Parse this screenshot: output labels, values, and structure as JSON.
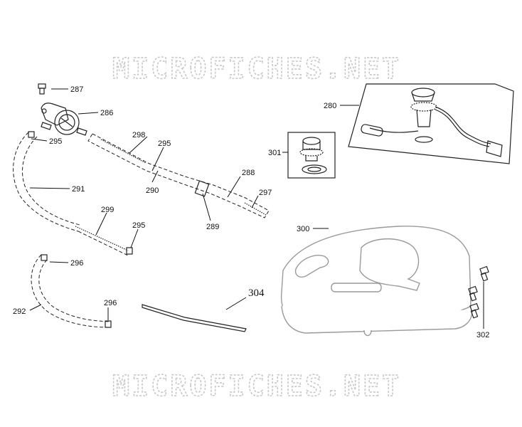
{
  "watermark": {
    "top": "MICROFICHES.NET",
    "bottom": "MICROFICHES.NET"
  },
  "callouts": {
    "p287": "287",
    "p286": "286",
    "p295a": "295",
    "p298": "298",
    "p295b": "295",
    "p290": "290",
    "p291": "291",
    "p288": "288",
    "p297": "297",
    "p289": "289",
    "p299": "299",
    "p295c": "295",
    "p296a": "296",
    "p292": "292",
    "p296b": "296",
    "p304": "304",
    "p301": "301",
    "p280": "280",
    "p300": "300",
    "p302": "302"
  }
}
